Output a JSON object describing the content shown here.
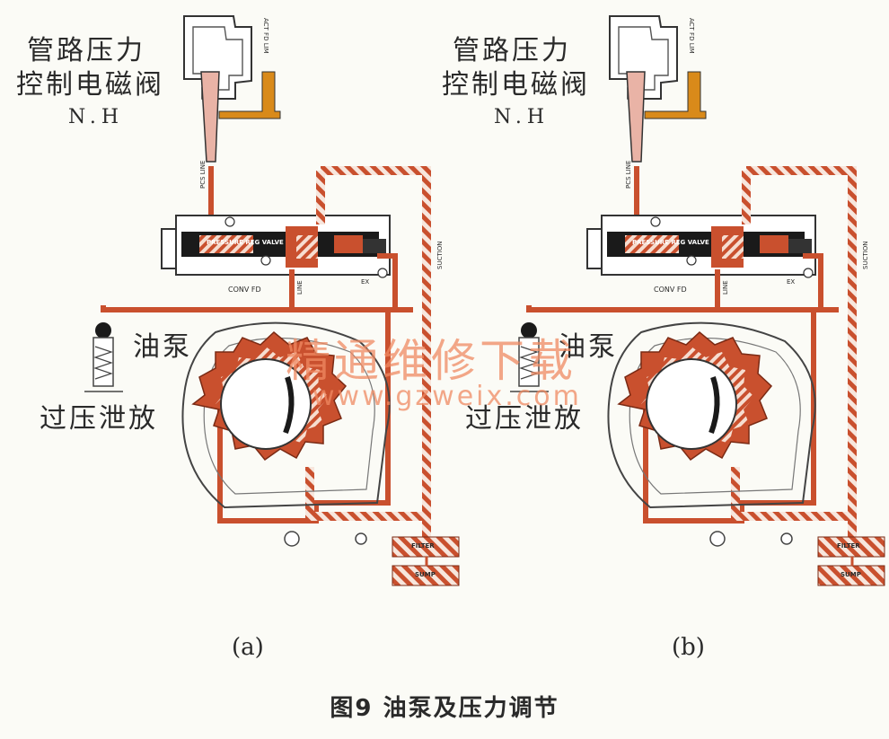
{
  "panels": [
    {
      "solenoid_label_1": "管路压力",
      "solenoid_label_2": "控制电磁阀",
      "solenoid_label_3": "N.H",
      "pump_label": "油泵",
      "relief_label": "过压泄放",
      "valve_text": "PRESSURE REG VALVE",
      "pcs_line": "PCS LINE",
      "act_fd": "ACT FD LIM",
      "conv_fd": "CONV FD",
      "line": "LINE",
      "ex": "EX",
      "suction": "SUCTION",
      "filter": "FILTER",
      "sump": "SUMP",
      "sublabel": "(a)"
    },
    {
      "solenoid_label_1": "管路压力",
      "solenoid_label_2": "控制电磁阀",
      "solenoid_label_3": "N.H",
      "pump_label": "油泵",
      "relief_label": "过压泄放",
      "valve_text": "PRESSURE REG VALVE",
      "pcs_line": "PCS LINE",
      "act_fd": "ACT FD LIM",
      "conv_fd": "CONV FD",
      "line": "LINE",
      "ex": "EX",
      "suction": "SUCTION",
      "filter": "FILTER",
      "sump": "SUMP",
      "sublabel": "(b)"
    }
  ],
  "caption": "图9  油泵及压力调节",
  "watermark": {
    "cn": "精通维修下载",
    "url": "www.gzweix.com"
  },
  "colors": {
    "oil": "#c9502e",
    "hatch_light": "#f6ddd0",
    "body": "#1a1a1a",
    "solenoid": "#e9b3a6",
    "feed": "#d98a1a"
  }
}
